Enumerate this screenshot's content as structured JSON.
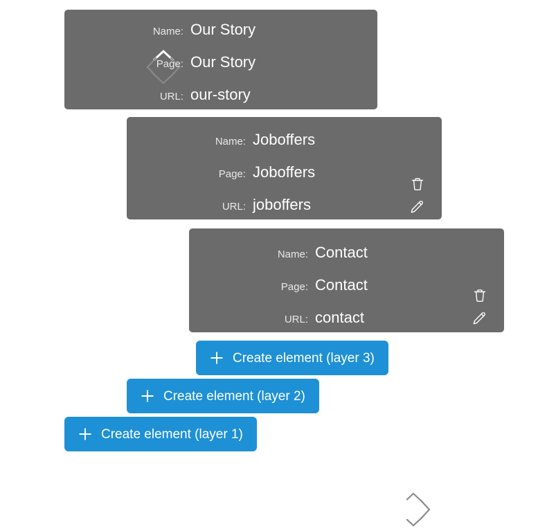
{
  "theme": {
    "page_background": "#ffffff",
    "card_background": "#6b6b6b",
    "card_text": "#ffffff",
    "card_label_text": "#e8e8e8",
    "button_blue": "#1e90d5",
    "nav_arrow_inactive": "#8a8a8a",
    "nav_arrow_active": "#ffffff"
  },
  "labels": {
    "name": "Name:",
    "page": "Page:",
    "url": "URL:"
  },
  "icons": {
    "delete": "trash-icon",
    "edit": "pencil-icon",
    "add": "plus-icon",
    "nav_up": "chevron-up-icon",
    "nav_right": "chevron-right-icon",
    "nav_down": "chevron-down-icon",
    "nav_left": "chevron-left-icon"
  },
  "elements": [
    {
      "name_value": "Our Story",
      "page_value": "Our Story",
      "url_value": "our-story",
      "active_direction": "up",
      "layer": 1
    },
    {
      "name_value": "Joboffers",
      "page_value": "Joboffers",
      "url_value": "joboffers",
      "active_direction": "left",
      "layer": 2
    },
    {
      "name_value": "Contact",
      "page_value": "Contact",
      "url_value": "contact",
      "active_direction": "left",
      "layer": 3
    }
  ],
  "create_buttons": [
    {
      "label": "Create element (layer 3)"
    },
    {
      "label": "Create element (layer 2)"
    },
    {
      "label": "Create element (layer 1)"
    }
  ]
}
